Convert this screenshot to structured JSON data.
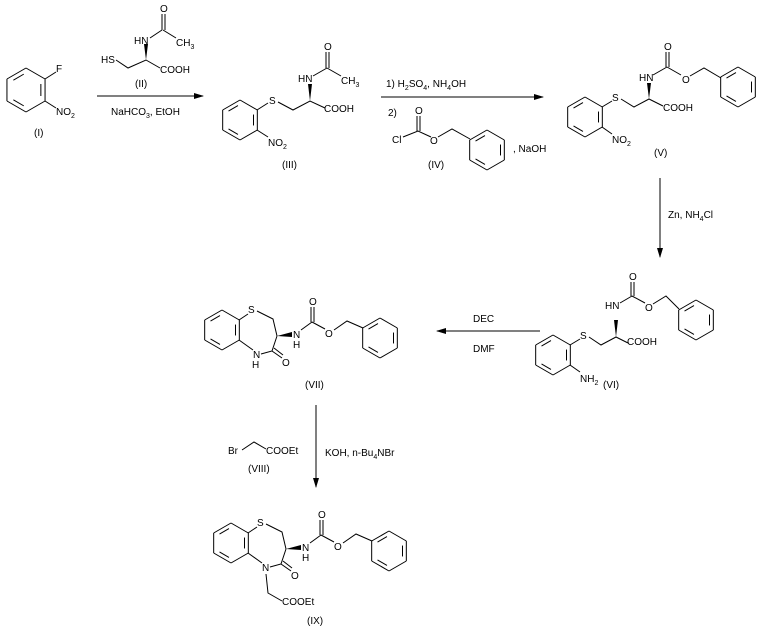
{
  "compounds": {
    "I": "(I)",
    "II": "(II)",
    "III": "(III)",
    "IV": "(IV)",
    "V": "(V)",
    "VI": "(VI)",
    "VII": "(VII)",
    "VIII": "(VIII)",
    "IX": "(IX)"
  },
  "atoms": {
    "F": "F",
    "NO": "NO",
    "two": "2",
    "three": "3",
    "NH": "NH",
    "HN": "HN",
    "HS": "HS",
    "S": "S",
    "O": "O",
    "N": "N",
    "H": "H",
    "CH": "CH",
    "COOH": "COOH",
    "Cl": "Cl",
    "Br": "Br",
    "COOEt": "COOEt"
  },
  "steps": {
    "s1": {
      "a": "NaHCO",
      "b": "3",
      "c": ", EtOH"
    },
    "s2": {
      "a": "1) H",
      "b": "2",
      "c": "SO",
      "d": "4",
      ", ": "",
      "e": ", NH",
      "f": "4",
      "g": "OH",
      "line2": "2)",
      "naoh": ", NaOH"
    },
    "s3": {
      "a": "Zn, NH",
      "b": "4",
      "c": "Cl"
    },
    "s4": {
      "top": "DEC",
      "bottom": "DMF"
    },
    "s5": {
      "a": "KOH, n-Bu",
      "b": "4",
      "c": "NBr"
    }
  }
}
